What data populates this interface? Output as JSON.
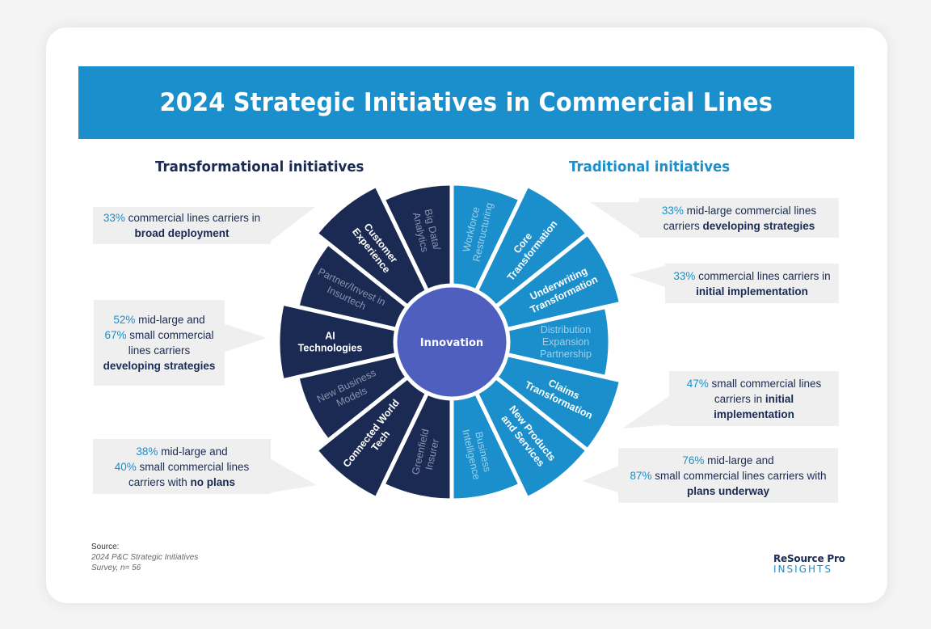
{
  "header": {
    "title": "2024 Strategic Initiatives in Commercial Lines"
  },
  "sections": {
    "left_title": "Transformational initiatives",
    "right_title": "Traditional initiatives"
  },
  "colors": {
    "banner": "#1a8fcc",
    "transformational": "#1a2a52",
    "traditional": "#1a8fcc",
    "center": "#4e5fc0",
    "callout_bg": "#efefef",
    "highlight_pct": "#1a8fcc"
  },
  "wheel": {
    "center_label": "Innovation",
    "transformational": [
      {
        "label": "Big Data/ Analytics",
        "emphasized": false
      },
      {
        "label": "Customer Experience",
        "emphasized": true
      },
      {
        "label": "Partner/Invest in Insurtech",
        "emphasized": false
      },
      {
        "label": "AI Technologies",
        "emphasized": true
      },
      {
        "label": "New Business Models",
        "emphasized": false
      },
      {
        "label": "Connected World Tech",
        "emphasized": true
      },
      {
        "label": "Greenfield Insurer",
        "emphasized": false
      }
    ],
    "traditional": [
      {
        "label": "Workforce Restructuring",
        "emphasized": false
      },
      {
        "label": "Core Transformation",
        "emphasized": true
      },
      {
        "label": "Underwriting Transformation",
        "emphasized": true
      },
      {
        "label": "Distribution Expansion Partnership",
        "emphasized": false
      },
      {
        "label": "Claims Transformation",
        "emphasized": true
      },
      {
        "label": "New Products and Services",
        "emphasized": true
      },
      {
        "label": "Business Intelligence",
        "emphasized": false
      }
    ]
  },
  "callouts": {
    "customer_experience": {
      "pct1": "33%",
      "text1": " commercial lines carriers in ",
      "bold": "broad deployment"
    },
    "ai_technologies": {
      "pct1": "52%",
      "text1": " mid-large and ",
      "pct2": "67%",
      "text2": " small commercial lines carriers ",
      "bold": "developing strategies"
    },
    "connected_world": {
      "pct1": "38%",
      "text1": " mid-large and ",
      "pct2": "40%",
      "text2": " small commercial lines carriers with ",
      "bold": "no plans"
    },
    "core_transformation": {
      "pct1": "33%",
      "text1": " mid-large commercial lines carriers ",
      "bold": "developing strategies"
    },
    "underwriting": {
      "pct1": "33%",
      "text1": " commercial lines carriers in ",
      "bold": "initial implementation"
    },
    "claims": {
      "pct1": "47%",
      "text1": " small commercial lines carriers in ",
      "bold": "initial implementation"
    },
    "new_products": {
      "pct1": "76%",
      "text1": " mid-large and ",
      "pct2": "87%",
      "text2": " small commercial lines carriers with ",
      "bold": "plans underway"
    }
  },
  "footer": {
    "source_label": "Source:",
    "source_line1": "2024 P&C Strategic Initiatives",
    "source_line2": "Survey, n= 56",
    "logo_line1": "ReSource Pro",
    "logo_line2": "INSIGHTS"
  }
}
